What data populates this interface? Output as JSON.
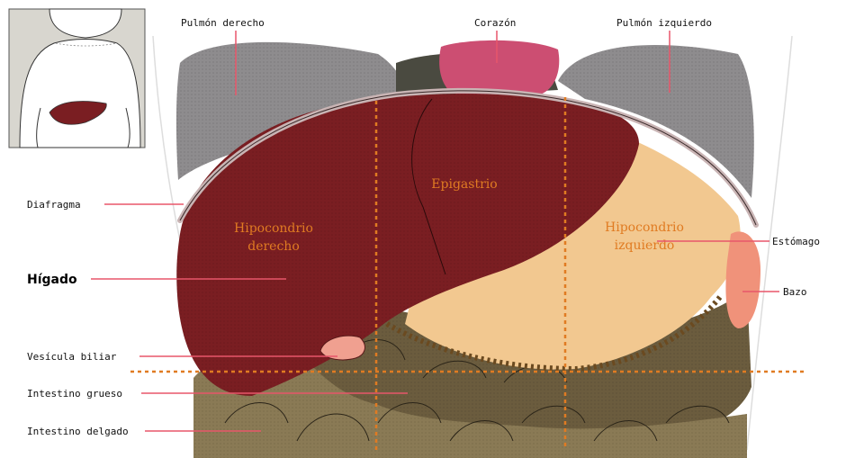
{
  "labels": {
    "pulmon_derecho": "Pulmón derecho",
    "corazon": "Corazón",
    "pulmon_izquierdo": "Pulmón izquierdo",
    "diafragma": "Diafragma",
    "higado": "Hígado",
    "vesicula": "Vesícula biliar",
    "intestino_grueso": "Intestino grueso",
    "intestino_delgado": "Intestino delgado",
    "estomago": "Estómago",
    "bazo": "Bazo"
  },
  "regions": {
    "epigastrio": "Epigastrio",
    "hipocondrio_derecho_1": "Hipocondrio",
    "hipocondrio_derecho_2": "derecho",
    "hipocondrio_izquierdo_1": "Hipocondrio",
    "hipocondrio_izquierdo_2": "izquierdo"
  },
  "colors": {
    "liver": "#7a1e22",
    "lung": "#8e8c8e",
    "heart": "#cc4e72",
    "stomach": "#f2c890",
    "intestine_large": "#6b5c3e",
    "intestine_small": "#8a7a55",
    "spleen": "#f0927a",
    "gallbladder": "#f0a090",
    "diaphragm": "#c9b4b4",
    "region_lines": "#e07b22"
  }
}
